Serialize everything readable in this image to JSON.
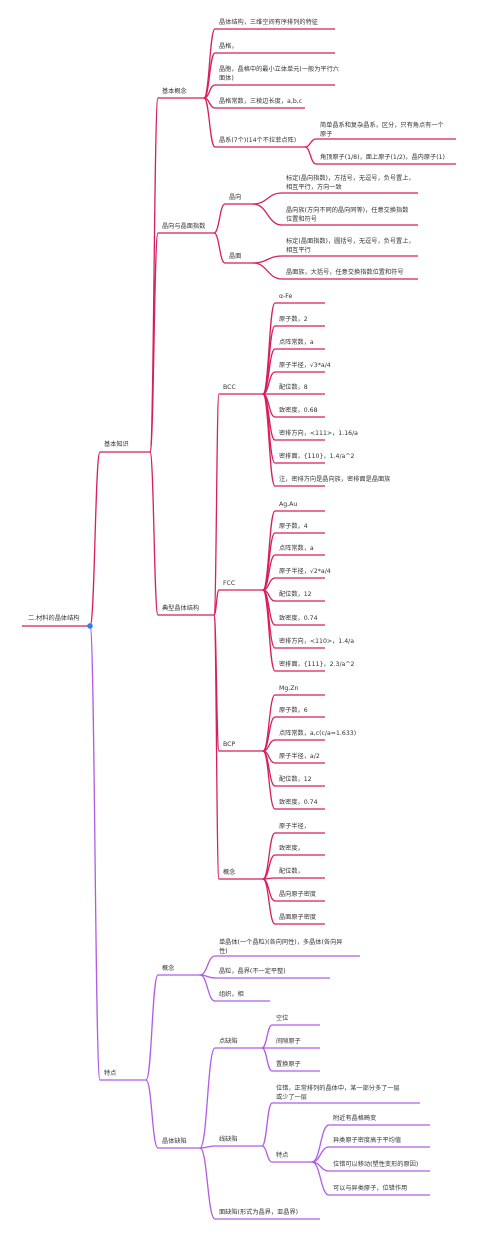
{
  "colors": {
    "red": "#d81e5b",
    "purple": "#b05ce6",
    "root_dot": "#2f80ed"
  },
  "root": "二.材料的晶体结构",
  "b1": {
    "label": "基本知识",
    "basic": {
      "label": "基本概念",
      "n1": "晶体结构，三维空间有序排列的特征",
      "n2": "晶格，",
      "n3a": "晶胞，晶格中的最小立体单元(一般为平行六",
      "n3b": "面体)",
      "n4": "晶格常数，三棱边长度，a,b,c",
      "n5": "晶系(7个)(14个不拉菲点阵)",
      "n5a1": "简单晶系和复杂晶系，区分，只有角点有一个",
      "n5a2": "原子",
      "n5b": "角顶原子(1/8)，面上原子(1/2)，晶内原子(1)"
    },
    "index": {
      "label": "晶向与晶面指数",
      "dir": {
        "label": "晶向",
        "a1": "标定(晶向指数)，方括号，无逗号，负号置上，",
        "a2": "相互平行，方向一致",
        "b1": "晶向族(方向不同的晶向同等)，任意交换指数",
        "b2": "位置和符号"
      },
      "plane": {
        "label": "晶面",
        "a1": "标定(晶面指数)，圆括号，无逗号，负号置上，",
        "a2": "相互平行",
        "b": "晶面族，大括号，任意交换指数位置和符号"
      }
    },
    "typical": {
      "label": "典型晶体结构",
      "bcc": {
        "label": "BCC",
        "items": [
          "α-Fe",
          "原子数，2",
          "点阵常数，a",
          "原子半径，√3*a/4",
          "配位数，8",
          "致密度，0.68",
          "密排方向，<111>，1.16/a",
          "密排面，{110}，1.4/a^2",
          "注，密排方向是晶向族，密排面是晶面族"
        ]
      },
      "fcc": {
        "label": "FCC",
        "items": [
          "Ag,Au",
          "原子数，4",
          "点阵常数，a",
          "原子半径，√2*a/4",
          "配位数，12",
          "致密度，0.74",
          "密排方向，<110>，1.4/a",
          "密排面，{111}，2.3/a^2"
        ]
      },
      "hcp": {
        "label": "BCP",
        "items": [
          "Mg,Zn",
          "原子数，6",
          "点阵常数，a,c(c/a=1.633)",
          "原子半径，a/2",
          "配位数，12",
          "致密度，0.74"
        ]
      },
      "concept": {
        "label": "概念",
        "items": [
          "原子半径，",
          "致密度，",
          "配位数，",
          "晶向原子密度",
          "晶面原子密度"
        ]
      }
    }
  },
  "b2": {
    "label": "特点",
    "concept": {
      "label": "概念",
      "n1a": "单晶体(一个晶粒)(各向同性)，多晶体(各向异",
      "n1b": "性)",
      "n2": "晶粒，晶界(不一定平整)",
      "n3": "组织，相"
    },
    "defect": {
      "label": "晶体缺陷",
      "point": {
        "label": "点缺陷",
        "items": [
          "空位",
          "间隙原子",
          "置换原子"
        ]
      },
      "line": {
        "label": "线缺陷",
        "d1": "位错，正常排列的晶体中，某一部分多了一层",
        "d2": "或少了一层",
        "feat": {
          "label": "特点",
          "items": [
            "附近有晶格畸变",
            "异类原子密度高于平均值",
            "位错可以移动(塑性变形的原因)",
            "可以与异类原子，位错作用"
          ]
        }
      },
      "surface": "面缺陷(形式为晶界，亚晶界)"
    }
  }
}
